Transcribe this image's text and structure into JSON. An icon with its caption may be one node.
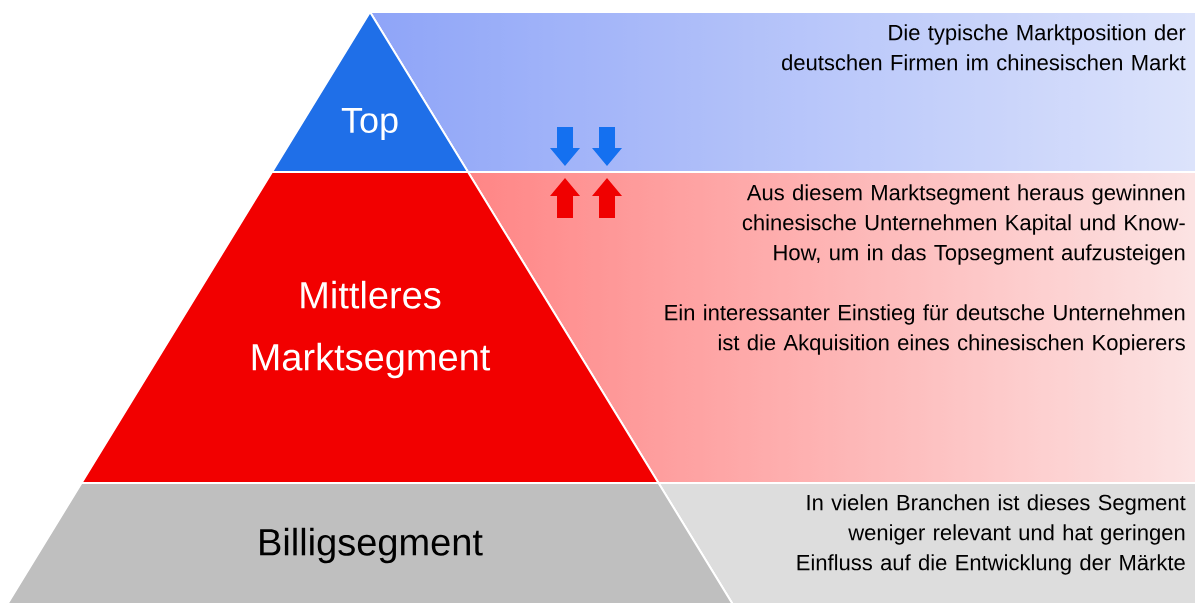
{
  "diagram": {
    "nodes": [
      {
        "text": [
          "Top"
        ]
      },
      {
        "text": [
          "Mittleres Marktsegment"
        ]
      },
      {
        "text": [
          "Billigsegment"
        ]
      },
      {
        "text": [
          "Die typische Marktposition der deutschen Firmen im chinesischen Markt"
        ]
      },
      {
        "text": [
          "Aus diesem Marktsegment heraus gewinnen chinesische Unternehmen Kapital und Know-How, um in das Topsegment aufzusteigen",
          "Ein interessanter Einstieg für deutsche Unternehmen ist die Akquisition eines chinesischen Kopierers"
        ]
      },
      {
        "text": [
          "In vielen Branchen ist dieses Segment weniger relevant und hat geringen Einfluss auf die Entwicklung der Märkte"
        ]
      }
    ]
  }
}
